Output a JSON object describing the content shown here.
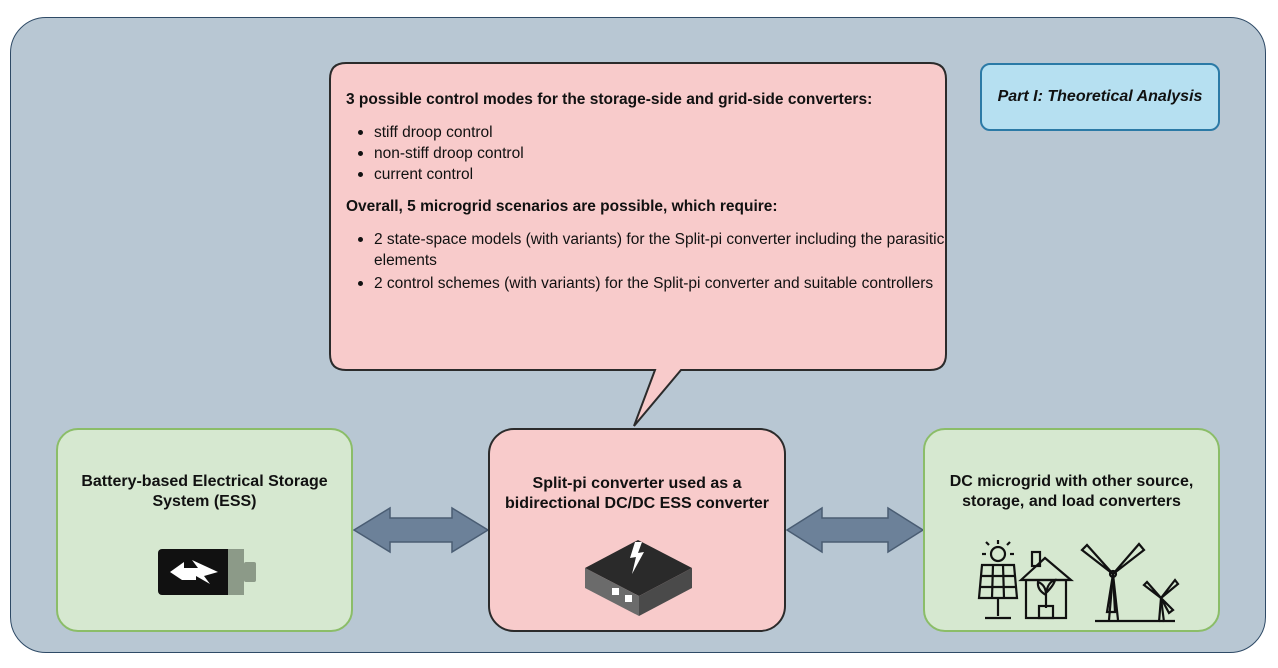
{
  "part_label": "Part I: Theoretical Analysis",
  "callout": {
    "heading1": "3 possible control modes for the storage-side and grid-side converters:",
    "modes": [
      "stiff droop control",
      "non-stiff droop control",
      "current control"
    ],
    "heading2": "Overall, 5 microgrid scenarios are possible, which require:",
    "requirements": [
      "2 state-space models (with variants) for the Split-pi converter including the parasitic elements",
      "2 control schemes (with variants) for the Split-pi converter and suitable controllers"
    ]
  },
  "ess_box": {
    "line1": "Battery-based Electrical Storage",
    "line2": "System (ESS)",
    "icon": "battery-charging-icon"
  },
  "converter_box": {
    "line1": "Split-pi converter used as a",
    "line2": "bidirectional DC/DC ESS converter",
    "icon": "power-module-icon"
  },
  "grid_box": {
    "line1": "DC microgrid with other source,",
    "line2": "storage, and load converters",
    "icon": "microgrid-icon"
  },
  "colors": {
    "background": "#b8c7d3",
    "frame_border": "#2e4a66",
    "green_fill": "#d6e8d0",
    "green_border": "#8bbd68",
    "pink_fill": "#f8cbcb",
    "blue_fill": "#b6e0f1",
    "arrow_fill": "#6c8199"
  }
}
